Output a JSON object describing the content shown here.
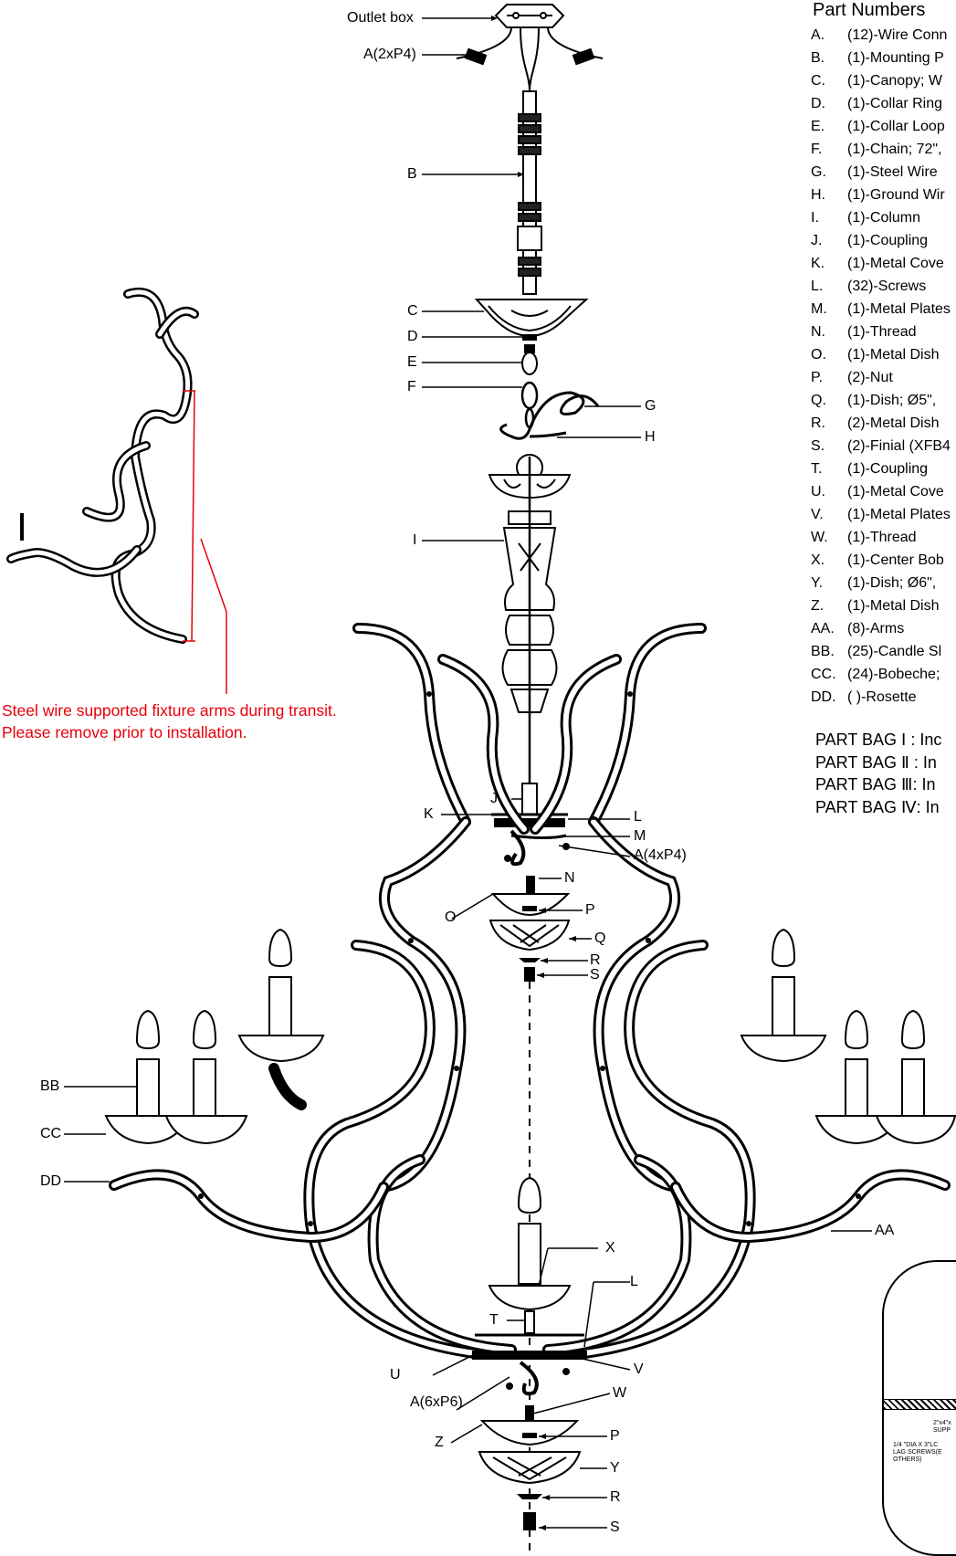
{
  "callouts": {
    "outlet_box": "Outlet box",
    "a_top": "A(2xP4)",
    "b": "B",
    "c": "C",
    "d": "D",
    "e": "E",
    "f": "F",
    "g": "G",
    "h": "H",
    "i": "I",
    "j": "J",
    "k": "K",
    "l_upper": "L",
    "m": "M",
    "a_mid": "A(4xP4)",
    "n": "N",
    "o": "O",
    "p_upper": "P",
    "q": "Q",
    "r_upper": "R",
    "s_upper": "S",
    "bb": "BB",
    "cc": "CC",
    "dd": "DD",
    "aa": "AA",
    "x": "X",
    "l_lower": "L",
    "t": "T",
    "u": "U",
    "v": "V",
    "a_low": "A(6xP6)",
    "w": "W",
    "z": "Z",
    "p_lower": "P",
    "y": "Y",
    "r_lower": "R",
    "s_lower": "S"
  },
  "parts": {
    "title": "Part Numbers",
    "items": [
      {
        "letter": "A.",
        "desc": "(12)-Wire Conn"
      },
      {
        "letter": "B.",
        "desc": "(1)-Mounting P"
      },
      {
        "letter": "C.",
        "desc": "(1)-Canopy; W"
      },
      {
        "letter": "D.",
        "desc": "(1)-Collar Ring"
      },
      {
        "letter": "E.",
        "desc": "(1)-Collar Loop"
      },
      {
        "letter": "F.",
        "desc": "(1)-Chain; 72\","
      },
      {
        "letter": "G.",
        "desc": "(1)-Steel Wire"
      },
      {
        "letter": "H.",
        "desc": "(1)-Ground Wir"
      },
      {
        "letter": "I.",
        "desc": "(1)-Column"
      },
      {
        "letter": "J.",
        "desc": "(1)-Coupling"
      },
      {
        "letter": "K.",
        "desc": "(1)-Metal Cove"
      },
      {
        "letter": "L.",
        "desc": "(32)-Screws"
      },
      {
        "letter": "M.",
        "desc": "(1)-Metal Plates"
      },
      {
        "letter": "N.",
        "desc": "(1)-Thread"
      },
      {
        "letter": "O.",
        "desc": "(1)-Metal Dish"
      },
      {
        "letter": "P.",
        "desc": "(2)-Nut"
      },
      {
        "letter": "Q.",
        "desc": "(1)-Dish; Ø5\","
      },
      {
        "letter": "R.",
        "desc": "(2)-Metal Dish"
      },
      {
        "letter": "S.",
        "desc": "(2)-Finial (XFB4"
      },
      {
        "letter": "T.",
        "desc": "(1)-Coupling"
      },
      {
        "letter": "U.",
        "desc": "(1)-Metal Cove"
      },
      {
        "letter": "V.",
        "desc": "(1)-Metal Plates"
      },
      {
        "letter": "W.",
        "desc": "(1)-Thread"
      },
      {
        "letter": "X.",
        "desc": "(1)-Center Bob"
      },
      {
        "letter": "Y.",
        "desc": "(1)-Dish; Ø6\","
      },
      {
        "letter": "Z.",
        "desc": "(1)-Metal Dish"
      },
      {
        "letter": "AA.",
        "desc": "(8)-Arms"
      },
      {
        "letter": "BB.",
        "desc": "(25)-Candle Sl"
      },
      {
        "letter": "CC.",
        "desc": "(24)-Bobeche;"
      },
      {
        "letter": "DD.",
        "desc": "( )-Rosette"
      }
    ]
  },
  "bags": [
    {
      "label": "PART BAG Ⅰ : Inc"
    },
    {
      "label": "PART BAG Ⅱ : In"
    },
    {
      "label": "PART BAG Ⅲ: In"
    },
    {
      "label": "PART BAG Ⅳ: In"
    }
  ],
  "note": {
    "line1": "Steel wire supported fixture arms during transit.",
    "line2": "Please remove prior to installation."
  },
  "inset": {
    "support": "2\"x4\"x",
    "support2": "SUPP",
    "screw1": "1/4  \"DIA X 3\"LC",
    "screw2": "LAG SCREWS(E",
    "screw3": "OTHERS)"
  },
  "colors": {
    "note": "#e8000b",
    "line": "#000000"
  }
}
